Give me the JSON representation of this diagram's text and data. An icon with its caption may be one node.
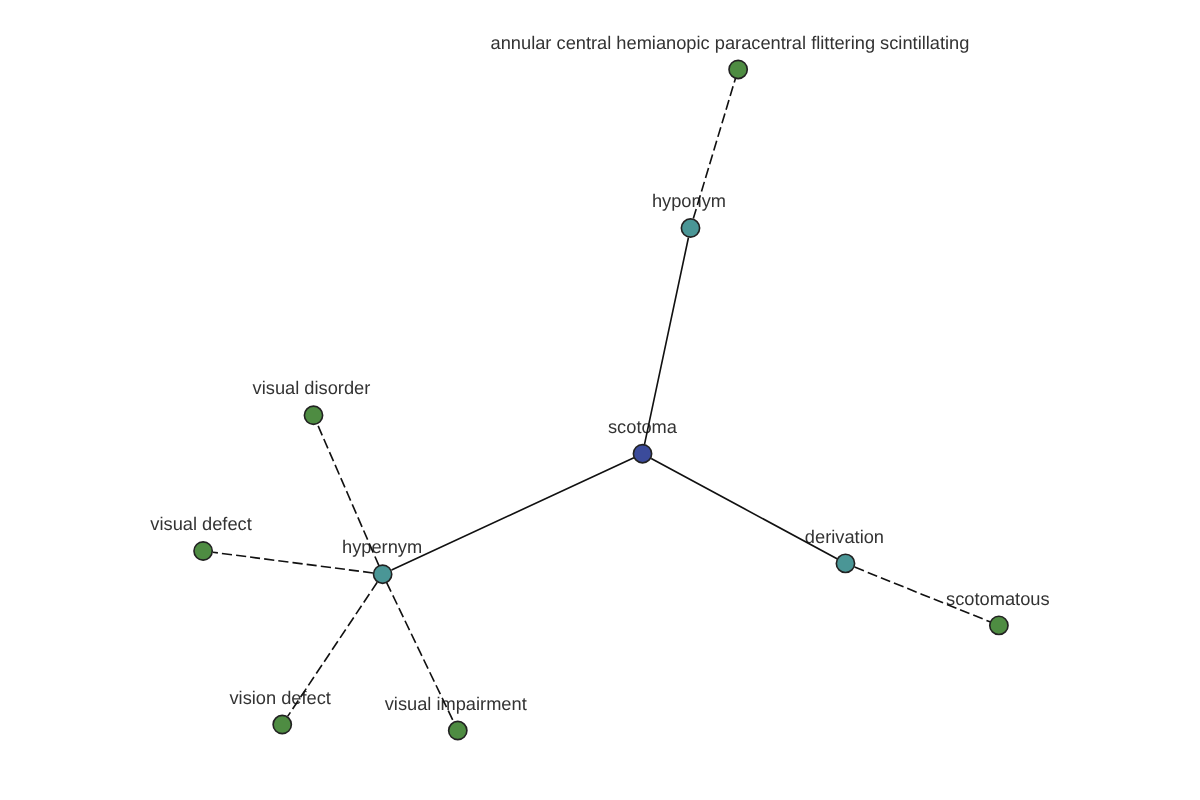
{
  "diagram": {
    "nodes": [
      {
        "text": [
          "scotoma"
        ]
      },
      {
        "text": [
          "hyponym"
        ]
      },
      {
        "text": [
          "annular central hemianopic paracentral flittering scintillating"
        ]
      },
      {
        "text": [
          "hypernym"
        ]
      },
      {
        "text": [
          "visual defect"
        ]
      },
      {
        "text": [
          "vision defect"
        ]
      },
      {
        "text": [
          "visual impairment"
        ]
      },
      {
        "text": [
          "visual disorder"
        ]
      },
      {
        "text": [
          "derivation"
        ]
      },
      {
        "text": [
          "scotomatous"
        ]
      }
    ],
    "edges": [
      {
        "from": 0,
        "to": 1,
        "arrow": "none"
      },
      {
        "from": 1,
        "to": 2,
        "arrow": "none",
        "style": "dashed"
      },
      {
        "from": 0,
        "to": 3,
        "arrow": "none"
      },
      {
        "from": 3,
        "to": 4,
        "arrow": "none",
        "style": "dashed"
      },
      {
        "from": 3,
        "to": 5,
        "arrow": "none",
        "style": "dashed"
      },
      {
        "from": 3,
        "to": 6,
        "arrow": "none",
        "style": "dashed"
      },
      {
        "from": 3,
        "to": 7,
        "arrow": "none",
        "style": "dashed"
      },
      {
        "from": 0,
        "to": 8,
        "arrow": "none"
      },
      {
        "from": 8,
        "to": 9,
        "arrow": "none",
        "style": "dashed"
      }
    ]
  }
}
